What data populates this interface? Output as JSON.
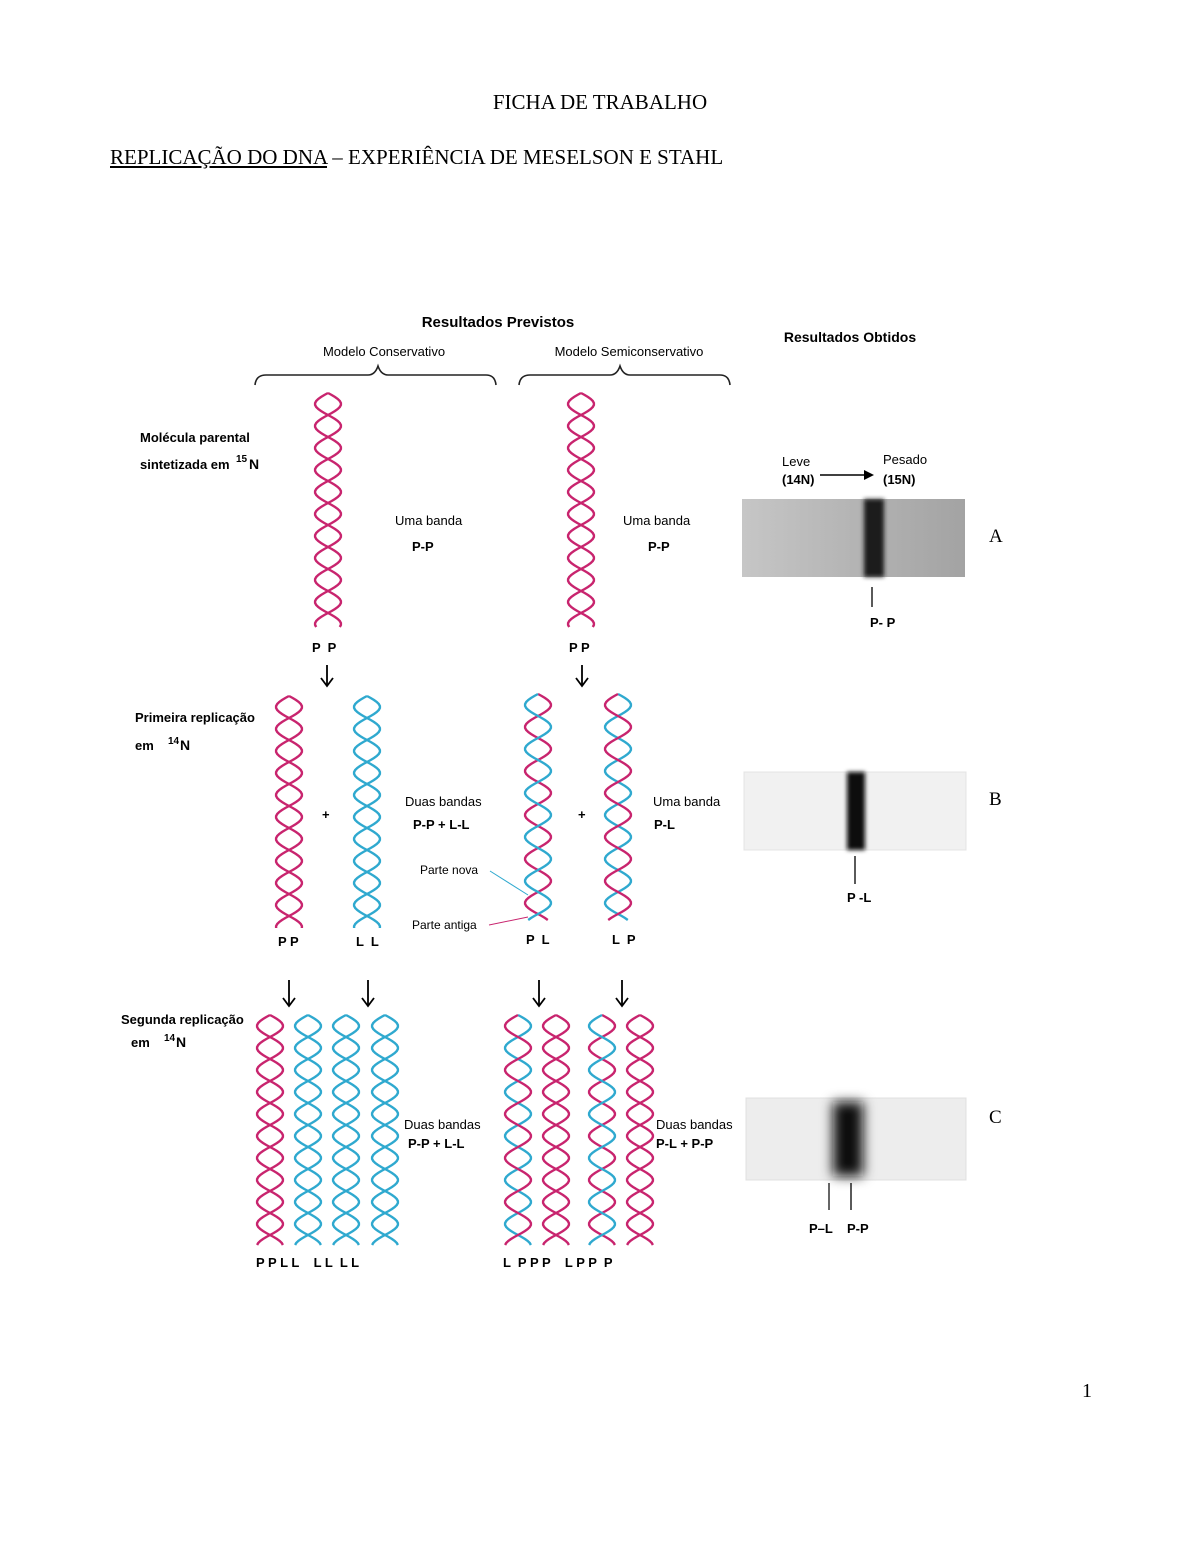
{
  "document": {
    "title": "FICHA DE TRABALHO",
    "subtitle_underlined": "REPLICAÇÃO DO DNA",
    "subtitle_rest": " – EXPERIÊNCIA DE MESELSON E STAHL",
    "page_number": "1"
  },
  "figure": {
    "header_predicted": "Resultados Previstos",
    "header_obtained": "Resultados Obtidos",
    "model_conservative": "Modelo Conservativo",
    "model_semiconservative": "Modelo Semiconservativo",
    "row_parental": {
      "line1": "Molécula parental",
      "line2": "sintetizada em",
      "iso_mass": "15",
      "iso_sym": "N"
    },
    "row_first": {
      "line1": "Primeira replicação",
      "line2": "em",
      "iso_mass": "14",
      "iso_sym": "N"
    },
    "row_second": {
      "line1": "Segunda replicação",
      "line2": "em",
      "iso_mass": "14",
      "iso_sym": "N"
    },
    "parental_cons": {
      "band_label": "Uma banda",
      "band_value": "P-P",
      "strands": "P  P"
    },
    "parental_semi": {
      "band_label": "Uma banda",
      "band_value": "P-P",
      "strands": "P P"
    },
    "first_cons": {
      "band_label": "Duas bandas",
      "band_value": "P-P + L-L",
      "strands_a": "P P",
      "strands_b": "L  L",
      "plus": "+"
    },
    "first_semi": {
      "band_label": "Uma banda",
      "band_value": "P-L",
      "strands_a": "P  L",
      "strands_b": "L  P",
      "plus": "+",
      "new_part": "Parte nova",
      "old_part": "Parte antiga"
    },
    "second_cons": {
      "band_label": "Duas bandas",
      "band_value": "P-P + L-L",
      "strands": "P P L L    L L  L L"
    },
    "second_semi": {
      "band_label": "Duas bandas",
      "band_value": "P-L + P-P",
      "strands": "L  P P P    L P P  P"
    },
    "gel_scale": {
      "light": "Leve",
      "light_iso": "(14N)",
      "heavy": "Pesado",
      "heavy_iso": "(15N)"
    },
    "gel_A": {
      "letter": "A",
      "band": "P- P"
    },
    "gel_B": {
      "letter": "B",
      "band": "P -L"
    },
    "gel_C": {
      "letter": "C",
      "band_1": "P–L",
      "band_2": "P-P"
    },
    "colors": {
      "heavy_strand": "#c8246e",
      "light_strand": "#2fa9cf",
      "gel_band": "#111111"
    }
  }
}
